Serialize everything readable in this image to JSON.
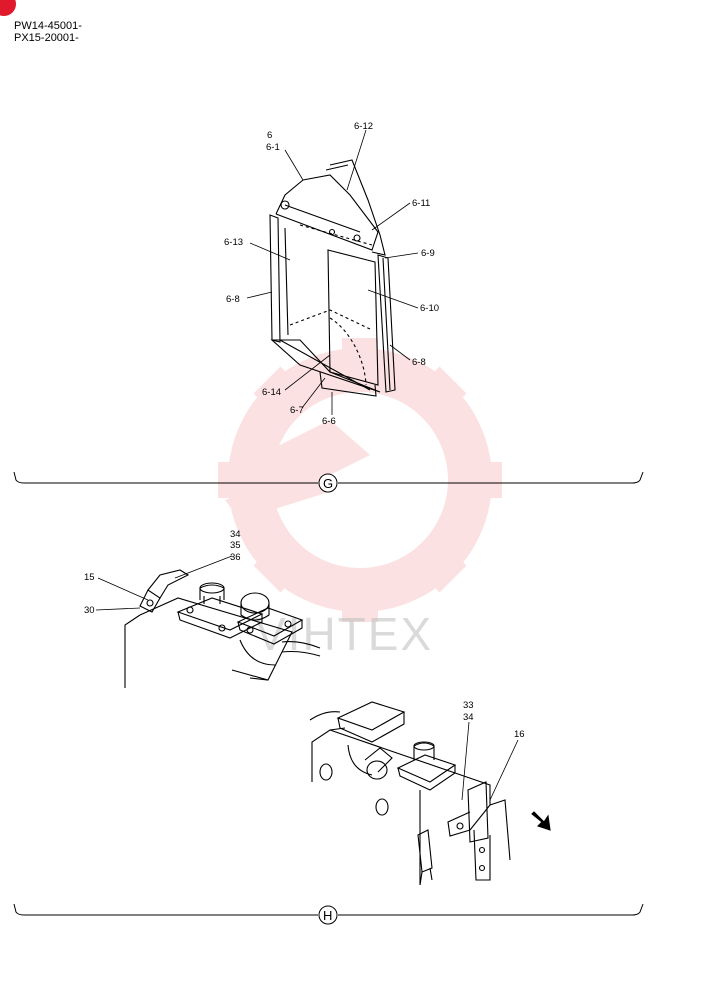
{
  "header": {
    "serial_1": "PW14-45001-",
    "serial_2": "PX15-20001-",
    "badge_color": "#e0192d"
  },
  "watermark": {
    "text": "VIHTEX",
    "color": "#f07a7a"
  },
  "section_g": {
    "marker": "G",
    "labels": {
      "l6": "6",
      "l6_1": "6-1",
      "l6_12": "6-12",
      "l6_11": "6-11",
      "l6_13": "6-13",
      "l6_9": "6-9",
      "l6_8a": "6-8",
      "l6_10": "6-10",
      "l6_8b": "6-8",
      "l6_14": "6-14",
      "l6_7": "6-7",
      "l6_6": "6-6"
    }
  },
  "section_h": {
    "marker": "H",
    "labels": {
      "l34a": "34",
      "l35": "35",
      "l36": "36",
      "l15": "15",
      "l30": "30",
      "l33": "33",
      "l34b": "34",
      "l16": "16"
    }
  }
}
